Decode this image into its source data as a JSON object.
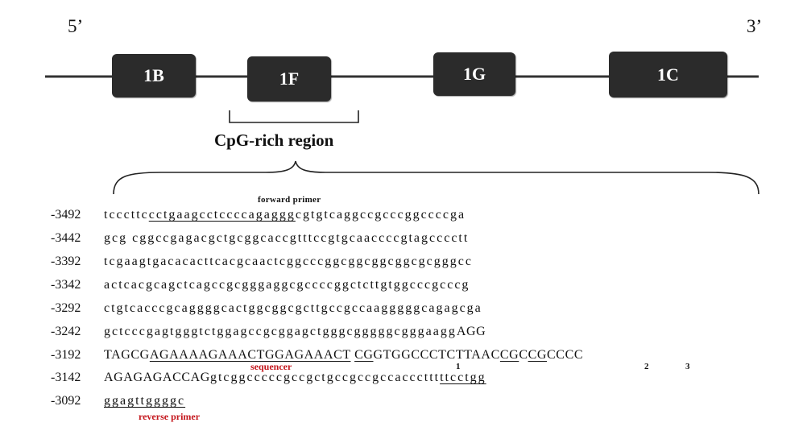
{
  "gene_map": {
    "five_prime": "5’",
    "three_prime": "3’",
    "exons": [
      {
        "label": "1B"
      },
      {
        "label": "1F"
      },
      {
        "label": "1G"
      },
      {
        "label": "1C"
      }
    ],
    "region_label": "CpG-rich region"
  },
  "labels": {
    "forward_primer": "forward primer",
    "sequencer": "sequencer",
    "reverse_primer": "reverse primer",
    "cpg_sites": [
      "1",
      "2",
      "3"
    ]
  },
  "colors": {
    "exon_fill": "#2b2b2b",
    "exon_text": "#ffffff",
    "annotation_red": "#c4161c",
    "line": "#333333"
  },
  "sequence": {
    "rows": [
      {
        "position": "-3492",
        "segments": [
          {
            "text": "tcccttc"
          },
          {
            "text": "cctgaagcctccccagaggg",
            "underline": true
          },
          {
            "text": "cgtgtcaggccgcccggccccga"
          }
        ]
      },
      {
        "position": "-3442",
        "segments": [
          {
            "text": "gcg cggccgagacgctgcggcaccgtttccgtgcaaccccgtagcccctt"
          }
        ]
      },
      {
        "position": "-3392",
        "segments": [
          {
            "text": "tcgaagtgacacacttcacgcaactcggcccggcggcggcggcgcgggcc"
          }
        ]
      },
      {
        "position": "-3342",
        "segments": [
          {
            "text": "actcacgcagctcagccgcgggaggcgccccggctcttgtggcccgcccg"
          }
        ]
      },
      {
        "position": "-3292",
        "segments": [
          {
            "text": "ctgtcacccgcaggggcactggcggcgcttgccgccaagggggcagagcga"
          }
        ]
      },
      {
        "position": "-3242",
        "segments": [
          {
            "text": "gctcccgagtgggtctggagccgcggagctgggcgggggcgggaagg"
          },
          {
            "text": "AGG",
            "upper": true
          }
        ]
      },
      {
        "position": "-3192",
        "segments": [
          {
            "text": "TAGCG",
            "upper": true
          },
          {
            "text": "AGAAAAGAAACTGGAGAAACT",
            "upper": true,
            "underline": true
          },
          {
            "text": " ",
            "upper": true
          },
          {
            "text": "CG",
            "upper": true,
            "underline": true
          },
          {
            "text": "GTGGCCCTCTTAA",
            "upper": true
          },
          {
            "text": "C",
            "upper": true
          },
          {
            "text": "CG",
            "upper": true,
            "underline": true
          },
          {
            "text": "C",
            "upper": true
          },
          {
            "text": "CG",
            "upper": true,
            "underline": true
          },
          {
            "text": "CCCC",
            "upper": true
          }
        ]
      },
      {
        "position": "-3142",
        "segments": [
          {
            "text": "AGAGAGACCAG",
            "upper": true
          },
          {
            "text": "gtcggcccccgccgctgccgccgccacccttt"
          },
          {
            "text": "ttcctgg",
            "underline": true
          }
        ]
      },
      {
        "position": "-3092",
        "segments": [
          {
            "text": "ggagttggggc",
            "underline": true
          }
        ]
      }
    ]
  }
}
